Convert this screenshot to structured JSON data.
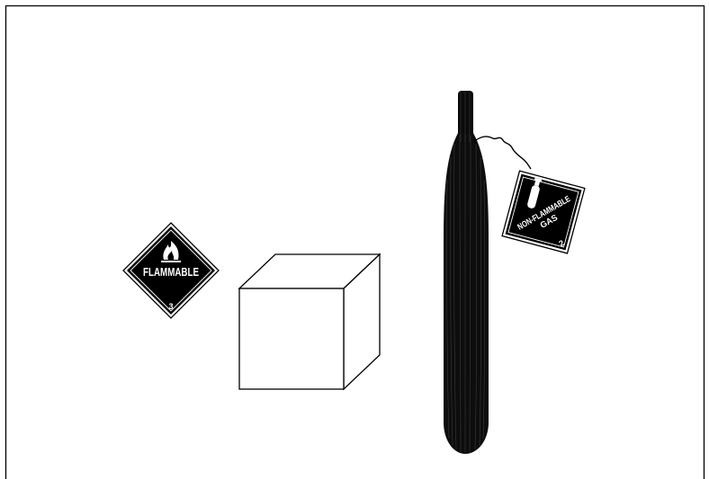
{
  "placards": {
    "flammable": {
      "label": "FLAMMABLE",
      "class_number": "3",
      "icon": "flame-icon"
    },
    "non_flammable_gas": {
      "label_line1": "NON-FLAMMABLE",
      "label_line2": "GAS",
      "class_number": "2",
      "icon": "gas-cylinder-icon"
    }
  },
  "colors": {
    "placard_fill": "#000000",
    "placard_border": "#000000",
    "placard_text": "#ffffff",
    "cylinder_fill": "#111111",
    "line": "#000000"
  }
}
